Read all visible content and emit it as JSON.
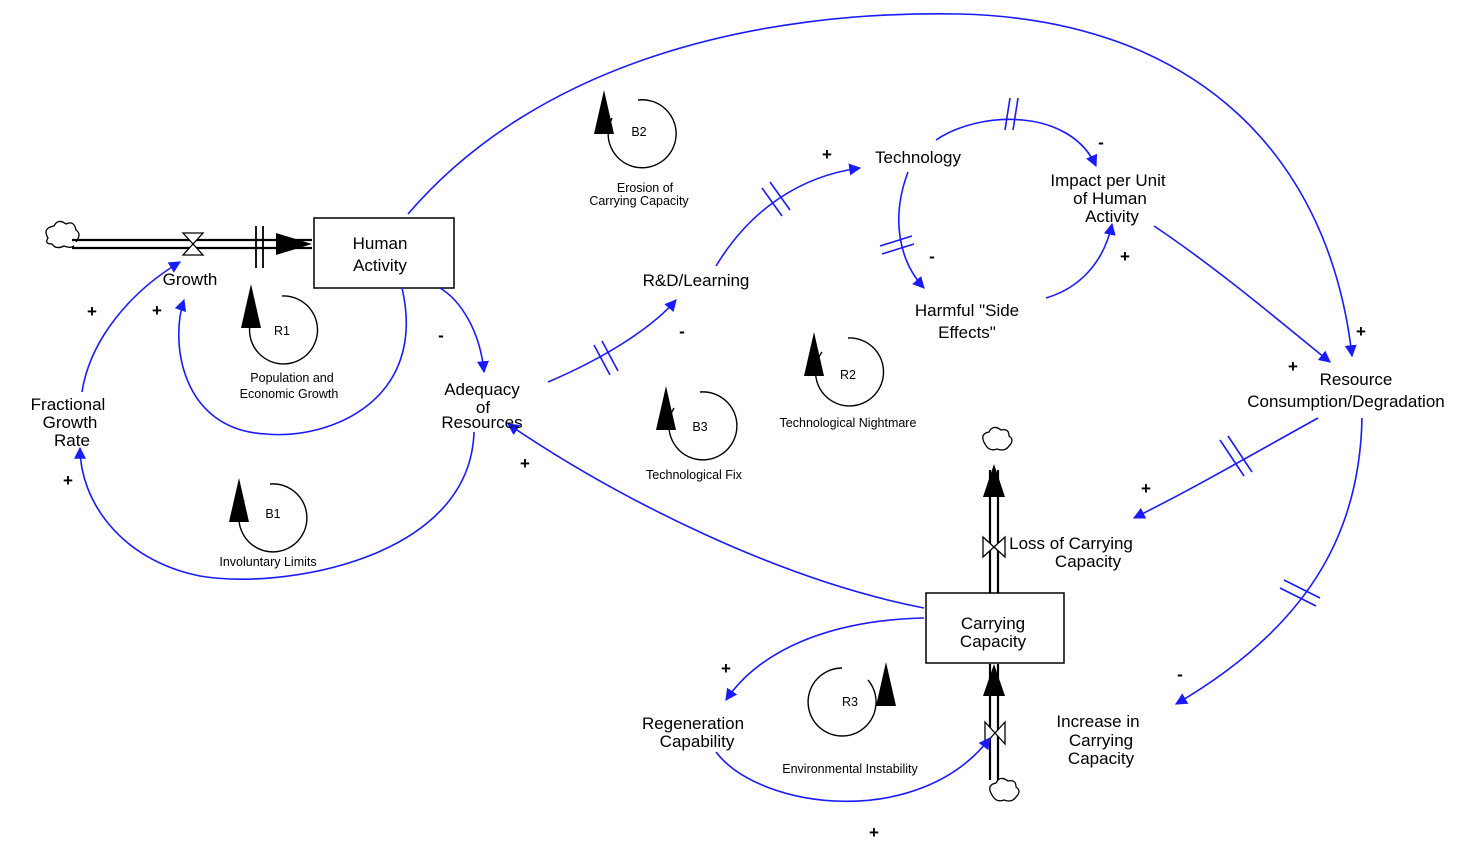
{
  "stocks": {
    "human_activity": [
      "Human",
      "Activity"
    ],
    "carrying_capacity": [
      "Carrying",
      "Capacity"
    ]
  },
  "variables": {
    "growth": "Growth",
    "fractional_growth_rate": [
      "Fractional",
      "Growth",
      "Rate"
    ],
    "adequacy": [
      "Adequacy",
      "of",
      "Resources"
    ],
    "rd_learning": "R&D/Learning",
    "technology": "Technology",
    "impact": [
      "Impact per Unit",
      "of Human",
      "Activity"
    ],
    "side_effects": [
      "Harmful \"Side",
      "Effects\""
    ],
    "resource_consumption": [
      "Resource",
      "Consumption/Degradation"
    ],
    "loss_cc": [
      "Loss of Carrying",
      "Capacity"
    ],
    "increase_cc": [
      "Increase in",
      "Carrying",
      "Capacity"
    ],
    "regeneration": [
      "Regeneration",
      "Capability"
    ]
  },
  "loops": {
    "r1": {
      "id": "R1",
      "name": [
        "Population and",
        "Economic Growth"
      ]
    },
    "b1": {
      "id": "B1",
      "name": [
        "Involuntary Limits"
      ]
    },
    "b2": {
      "id": "B2",
      "name": [
        "Erosion of",
        "Carrying Capacity"
      ]
    },
    "b3": {
      "id": "B3",
      "name": [
        "Technological Fix"
      ]
    },
    "r2": {
      "id": "R2",
      "name": [
        "Technological Nightmare"
      ]
    },
    "r3": {
      "id": "R3",
      "name": [
        "Environmental Instability"
      ]
    }
  },
  "polarities": {
    "frac_to_growth": "+",
    "ha_to_growth": "+",
    "adequacy_to_frac": "+",
    "ha_to_adequacy": "-",
    "adequacy_to_rd": "-",
    "rd_to_tech": "+",
    "tech_to_impact": "-",
    "tech_to_side": "-",
    "side_to_impact": "+",
    "impact_to_rc": "+",
    "ha_to_rc": "+",
    "rc_to_loss": "+",
    "rc_to_increase": "-",
    "cc_to_adequacy": "+",
    "cc_to_regen": "+",
    "regen_to_increase": "+"
  },
  "colors": {
    "links": "#1a1aff",
    "stocks": "#000000"
  }
}
